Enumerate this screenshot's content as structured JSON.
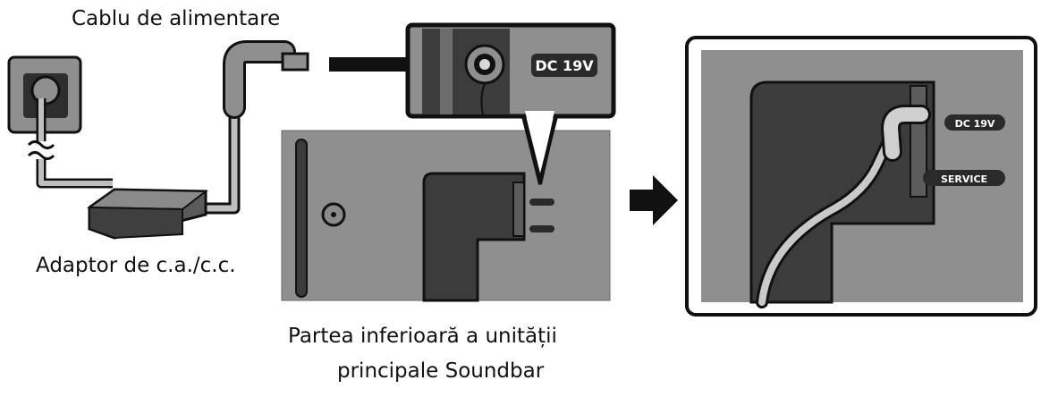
{
  "labels": {
    "power_cable": "Cablu de alimentare",
    "adapter": "Adaptor de c.a./c.c.",
    "bottom_line1": "Partea inferioară a unității",
    "bottom_line2": "principale Soundbar"
  },
  "ports": {
    "dc": "DC 19V",
    "service": "SERVICE"
  },
  "colors": {
    "panel": "#8f8f8f",
    "dark": "#3c3c3c",
    "cable": "#bfbfbf",
    "outline": "#111111"
  }
}
